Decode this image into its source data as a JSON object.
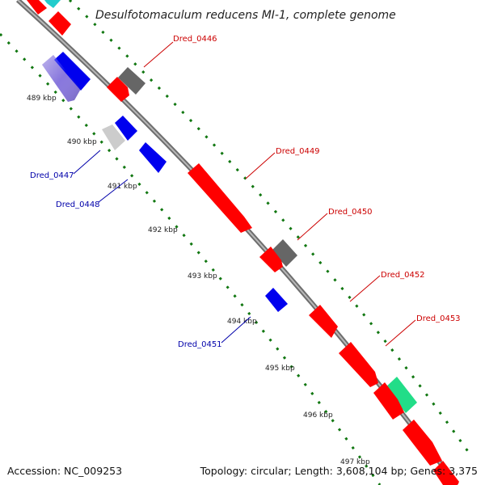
{
  "title": "Desulfotomaculum reducens MI-1, complete genome",
  "footer": {
    "accession": "Accession: NC_009253",
    "topology": "Topology: circular; Length: 3,608,104 bp; Genes: 3,375"
  },
  "ticks": [
    "489 kbp",
    "490 kbp",
    "491 kbp",
    "492 kbp",
    "493 kbp",
    "494 kbp",
    "495 kbp",
    "496 kbp",
    "497 kbp"
  ],
  "gene_labels": [
    {
      "name": "Dred_0446",
      "strand": "plus",
      "color": "#cc0000"
    },
    {
      "name": "Dred_0447",
      "strand": "minus",
      "color": "#0000aa"
    },
    {
      "name": "Dred_0448",
      "strand": "minus",
      "color": "#0000aa"
    },
    {
      "name": "Dred_0449",
      "strand": "plus",
      "color": "#cc0000"
    },
    {
      "name": "Dred_0450",
      "strand": "plus",
      "color": "#cc0000"
    },
    {
      "name": "Dred_0451",
      "strand": "minus",
      "color": "#0000aa"
    },
    {
      "name": "Dred_0452",
      "strand": "plus",
      "color": "#cc0000"
    },
    {
      "name": "Dred_0453",
      "strand": "plus",
      "color": "#cc0000"
    }
  ],
  "legend_colors": {
    "plus_strand": "#ff0000",
    "minus_strand": "#0000ee",
    "gray_feature": "#666666",
    "light_feature": "#cccccc",
    "rna_feature": "#22dd88",
    "lavender_feature": "#8877dd",
    "cyan_feature": "#22cccc",
    "gc_dots": "#117711",
    "backbone": "#808080"
  }
}
